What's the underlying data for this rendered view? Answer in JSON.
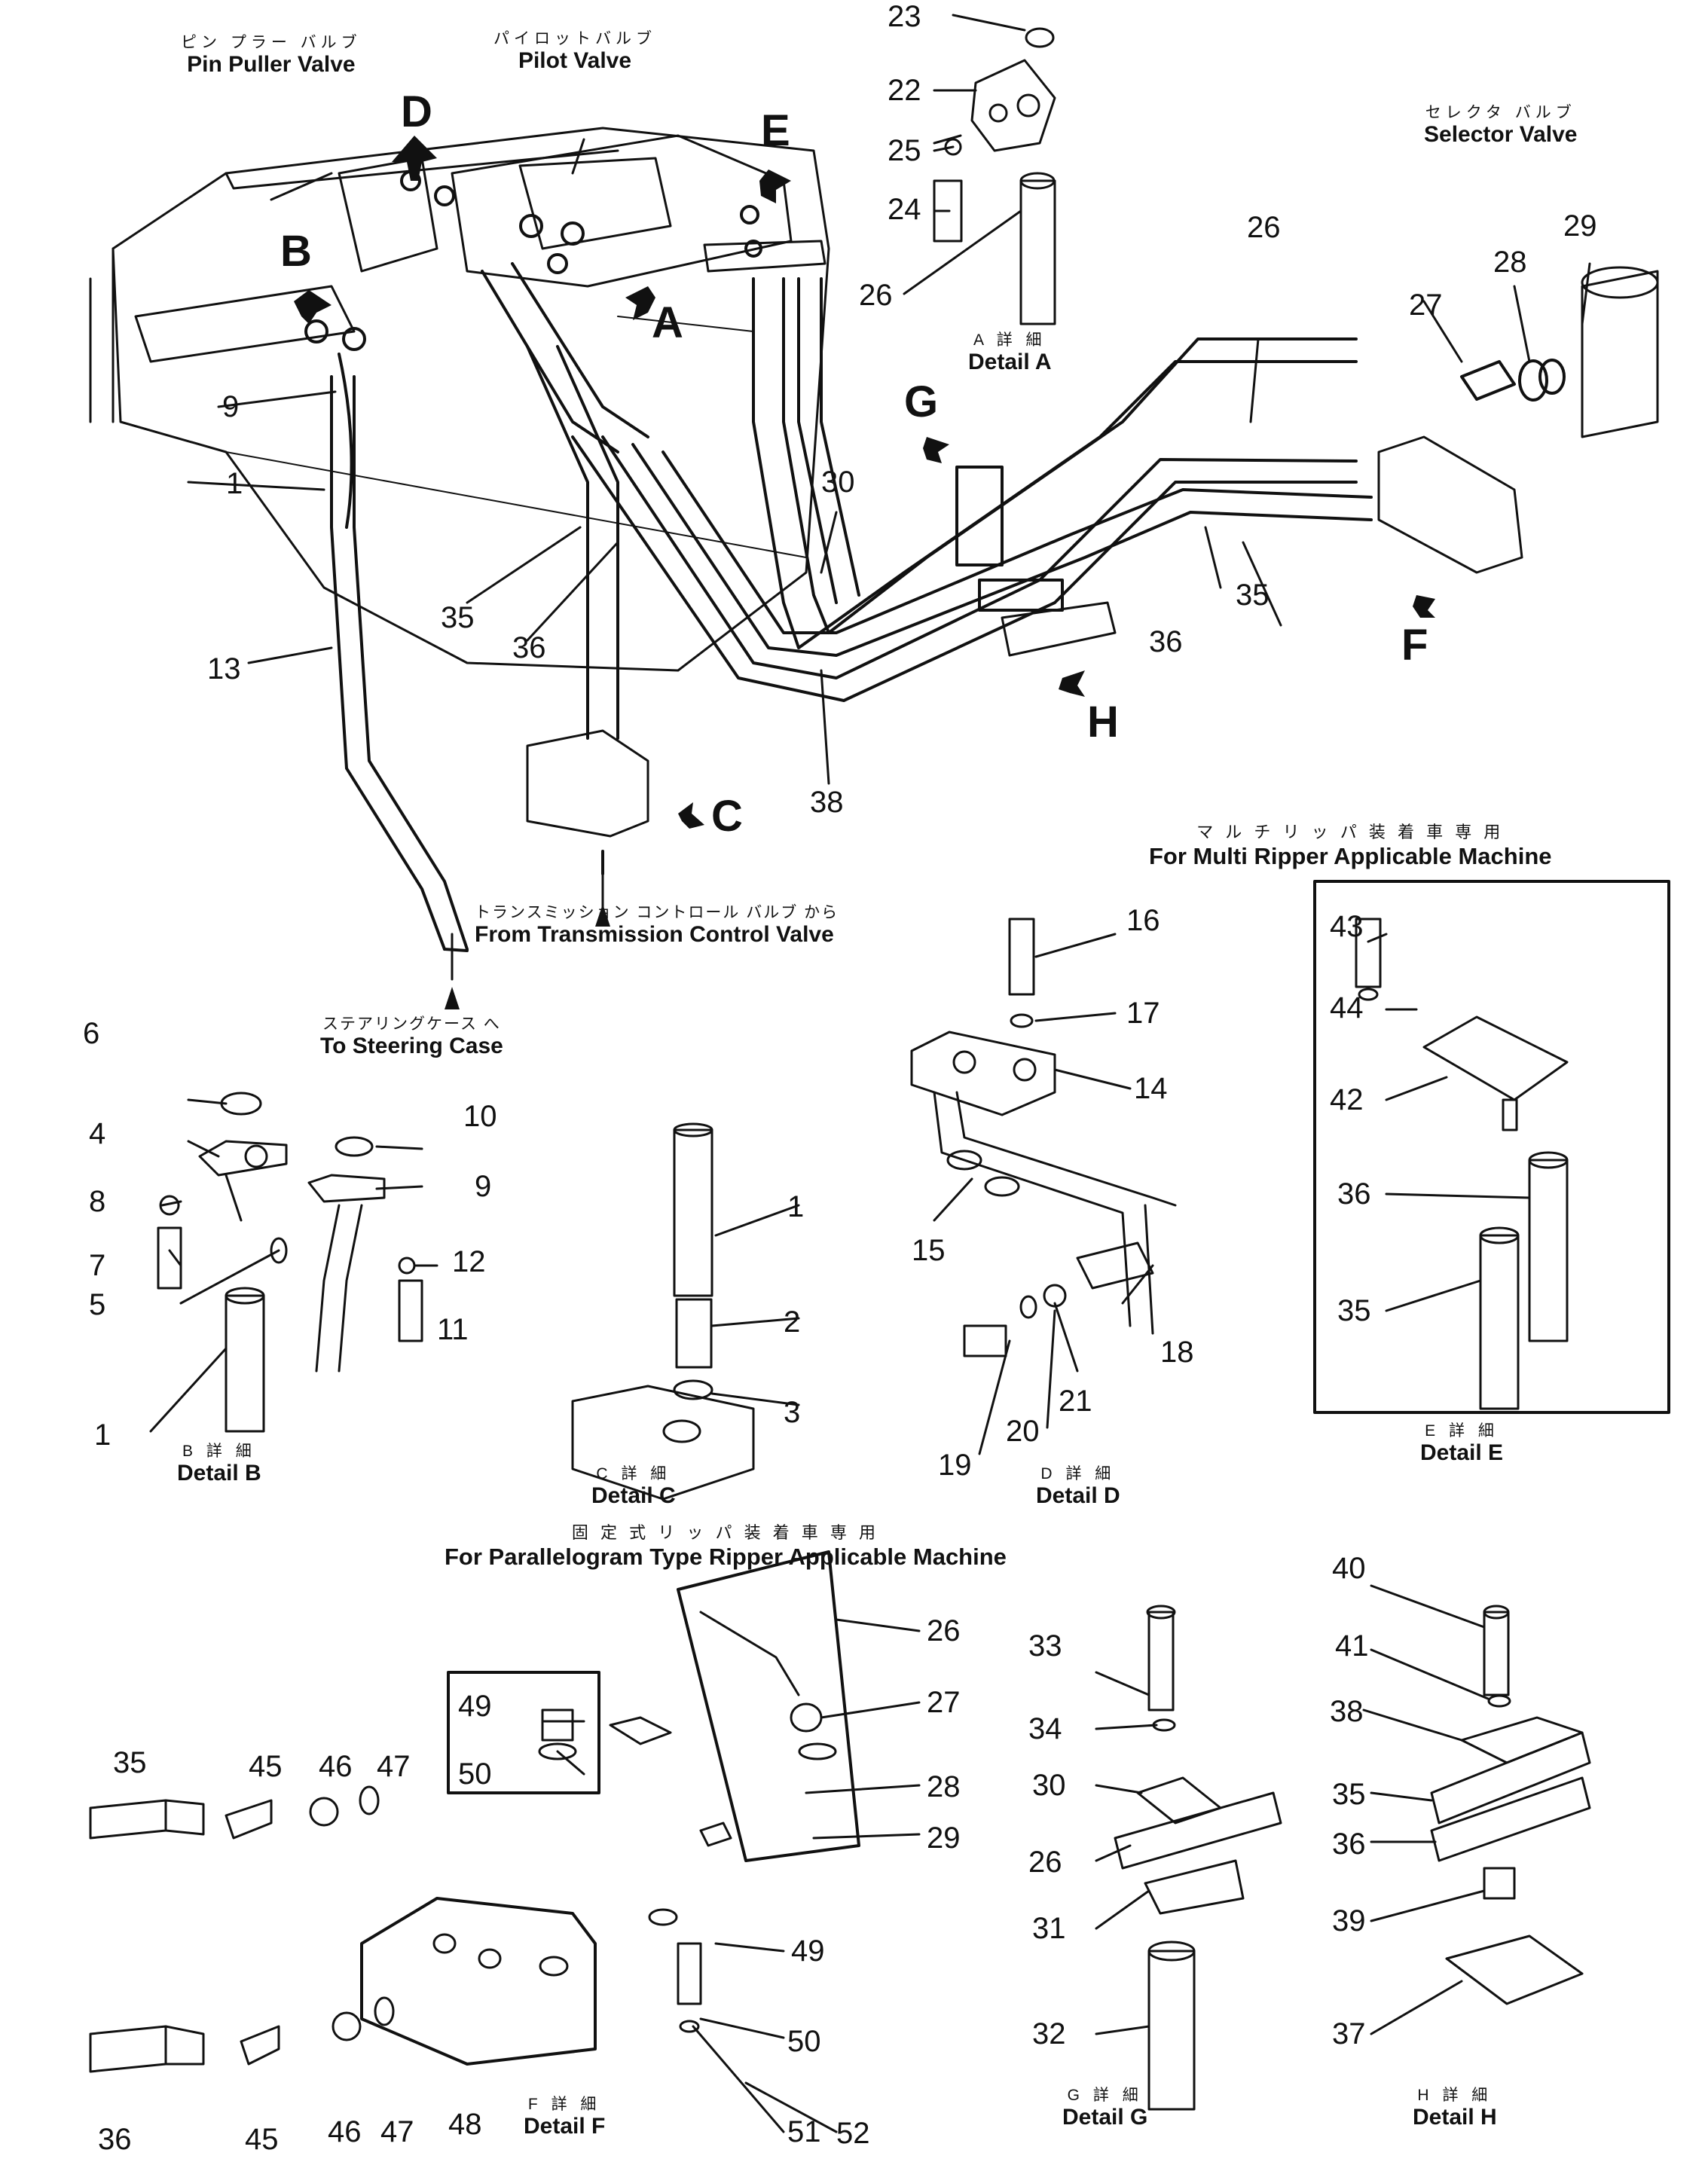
{
  "labels": {
    "pin_puller_jp": "ピン プラー バルブ",
    "pin_puller_en": "Pin Puller Valve",
    "pilot_jp": "パイロットバルブ",
    "pilot_en": "Pilot Valve",
    "selector_jp": "セレクタ バルブ",
    "selector_en": "Selector Valve",
    "transmission_jp": "トランスミッション コントロール バルブ から",
    "transmission_en": "From Transmission Control Valve",
    "steering_jp": "ステアリングケース へ",
    "steering_en": "To Steering Case",
    "multi_ripper_jp": "マ ル チ リ ッ パ 装 着 車 専 用",
    "multi_ripper_en": "For Multi Ripper Applicable Machine",
    "parallelogram_jp": "固 定 式 リ ッ パ 装 着 車 専 用",
    "parallelogram_en": "For Parallelogram Type Ripper Applicable Machine"
  },
  "view_letters": {
    "A": "A",
    "B": "B",
    "C": "C",
    "D": "D",
    "E": "E",
    "F": "F",
    "G": "G",
    "H": "H"
  },
  "details": {
    "jp": "詳 細",
    "A": "Detail  A",
    "B": "Detail  B",
    "C": "Detail  C",
    "D": "Detail  D",
    "E": "Detail  E",
    "F": "Detail  F",
    "G": "Detail  G",
    "H": "Detail  H",
    "letter_A": "A",
    "letter_B": "B",
    "letter_C": "C",
    "letter_D": "D",
    "letter_E": "E",
    "letter_F": "F",
    "letter_G": "G",
    "letter_H": "H"
  },
  "parts": {
    "p1": "1",
    "p2": "2",
    "p3": "3",
    "p4": "4",
    "p5": "5",
    "p6": "6",
    "p7": "7",
    "p8": "8",
    "p9": "9",
    "p10": "10",
    "p11": "11",
    "p12": "12",
    "p13": "13",
    "p14": "14",
    "p15": "15",
    "p16": "16",
    "p17": "17",
    "p18": "18",
    "p19": "19",
    "p20": "20",
    "p21": "21",
    "p22": "22",
    "p23": "23",
    "p24": "24",
    "p25": "25",
    "p26": "26",
    "p27": "27",
    "p28": "28",
    "p29": "29",
    "p30": "30",
    "p31": "31",
    "p32": "32",
    "p33": "33",
    "p34": "34",
    "p35": "35",
    "p36": "36",
    "p37": "37",
    "p38": "38",
    "p39": "39",
    "p40": "40",
    "p41": "41",
    "p42": "42",
    "p43": "43",
    "p44": "44",
    "p45": "45",
    "p46": "46",
    "p47": "47",
    "p48": "48",
    "p49": "49",
    "p50": "50",
    "p51": "51",
    "p52": "52"
  }
}
